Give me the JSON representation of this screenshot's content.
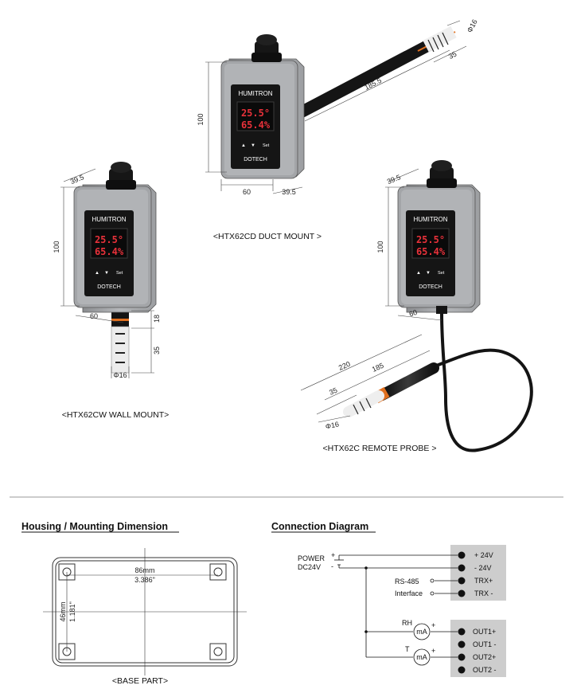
{
  "products": {
    "duct": {
      "caption": "<HTX62CD DUCT MOUNT >",
      "dims": {
        "height": "100",
        "width": "60",
        "depth": "39.5",
        "probe": "185.5",
        "tip": "35",
        "diameter": "Φ16"
      }
    },
    "wall": {
      "caption": "<HTX62CW WALL MOUNT>",
      "dims": {
        "depth": "39.5",
        "height": "100",
        "width": "60",
        "neck": "18",
        "tip": "35",
        "diameter": "Φ16"
      }
    },
    "remote": {
      "caption": "<HTX62C REMOTE PROBE >",
      "dims": {
        "depth": "39.5",
        "height": "100",
        "width": "60",
        "total": "220",
        "probe": "185",
        "tip": "35",
        "diameter": "Φ16"
      }
    }
  },
  "device": {
    "brand": "HUMITRON",
    "maker": "DOTECH",
    "temp": "25.5°",
    "hum": "65.4%",
    "set_label": "Set",
    "up": "▲",
    "down": "▼"
  },
  "housing": {
    "title": "Housing / Mounting Dimension",
    "width_mm": "86mm",
    "width_in": "3.386\"",
    "height_mm": "46mm",
    "height_in": "1.181\"",
    "caption": "<BASE PART>"
  },
  "connection": {
    "title": "Connection Diagram",
    "power": "POWER",
    "dc": "DC24V",
    "plus": "+",
    "minus": "-",
    "rs485": "RS-485",
    "interface": "Interface",
    "rh": "RH",
    "t": "T",
    "ma": "mA",
    "terminals_top": [
      "+ 24V",
      "-  24V",
      "TRX+",
      "TRX -"
    ],
    "terminals_bottom": [
      "OUT1+",
      "OUT1 -",
      "OUT2+",
      "OUT2 -"
    ]
  },
  "colors": {
    "housing": "#a9abae",
    "housing_dark": "#7e8083",
    "panel": "#151515",
    "lcd": "#e8313a",
    "probe": "#1c1c1c",
    "terminal_box": "#cdcdcd"
  }
}
